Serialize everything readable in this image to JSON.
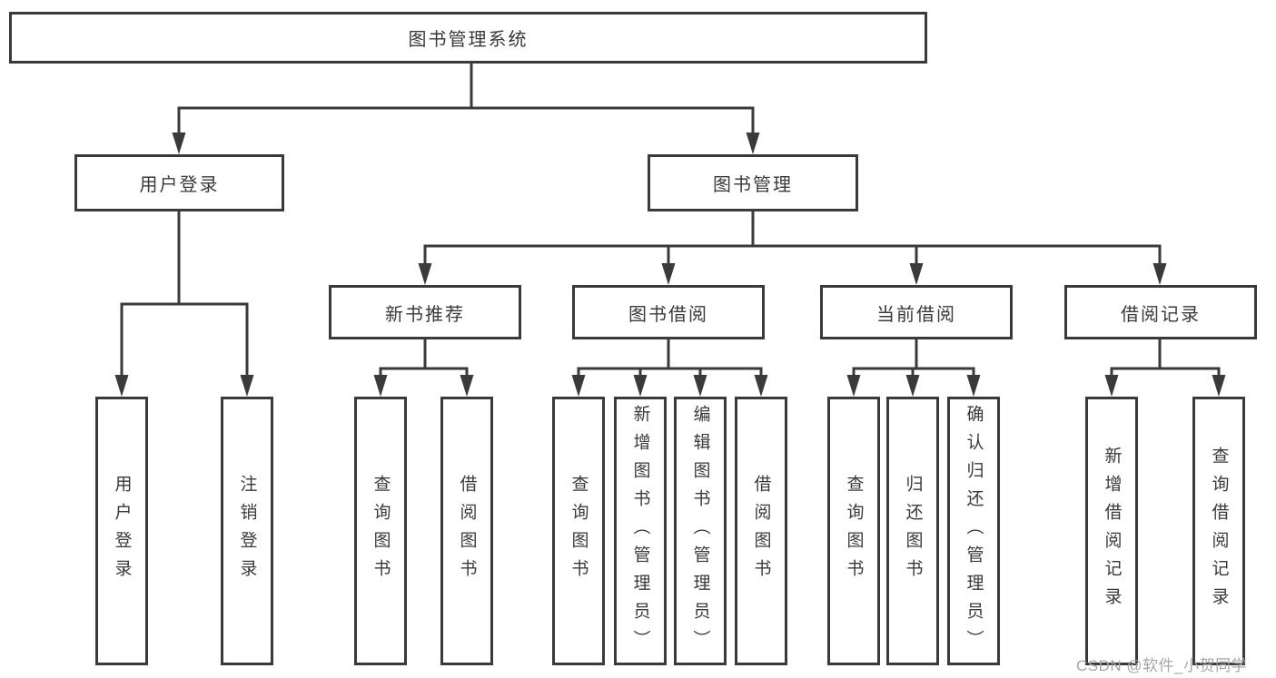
{
  "diagram": {
    "root": {
      "label": "图书管理系统"
    },
    "branches": [
      {
        "label": "用户登录",
        "children": [
          "用户登录",
          "注销登录"
        ]
      },
      {
        "label": "图书管理",
        "children": [
          {
            "label": "新书推荐",
            "children": [
              "查询图书",
              "借阅图书"
            ]
          },
          {
            "label": "图书借阅",
            "children": [
              "查询图书",
              "新增图书（管理员）",
              "编辑图书（管理员）",
              "借阅图书"
            ]
          },
          {
            "label": "当前借阅",
            "children": [
              "查询图书",
              "归还图书",
              "确认归还（管理员）"
            ]
          },
          {
            "label": "借阅记录",
            "children": [
              "新增借阅记录",
              "查询借阅记录"
            ]
          }
        ]
      }
    ]
  },
  "watermark": {
    "text": "CSDN @软件_小贺同学"
  },
  "colors": {
    "line": "#3a3a3a",
    "box_border": "#3a3a3a",
    "box_background": "#ffffff",
    "text": "#3a3a3a",
    "watermark_text": "#a6a6a6",
    "page_background": "#ffffff"
  }
}
